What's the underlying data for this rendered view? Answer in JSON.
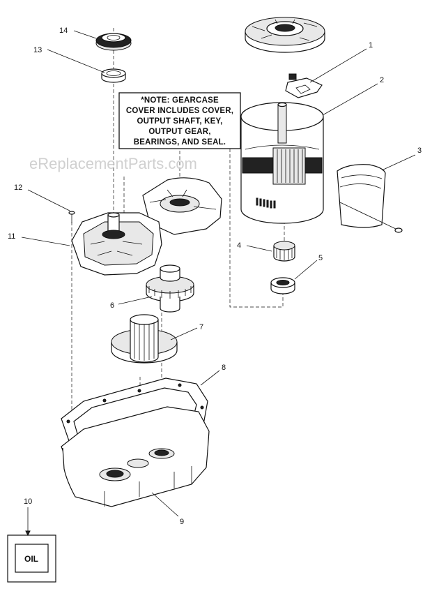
{
  "note": {
    "lines": [
      "*NOTE:  GEARCASE",
      "COVER INCLUDES COVER,",
      "OUTPUT SHAFT, KEY,",
      "OUTPUT GEAR,",
      "BEARINGS, AND SEAL."
    ]
  },
  "watermark": "eReplacementParts.com",
  "oil_label": "OIL",
  "callouts": [
    "1",
    "2",
    "3",
    "4",
    "5",
    "6",
    "7",
    "8",
    "9",
    "10",
    "11",
    "12",
    "13",
    "14"
  ]
}
